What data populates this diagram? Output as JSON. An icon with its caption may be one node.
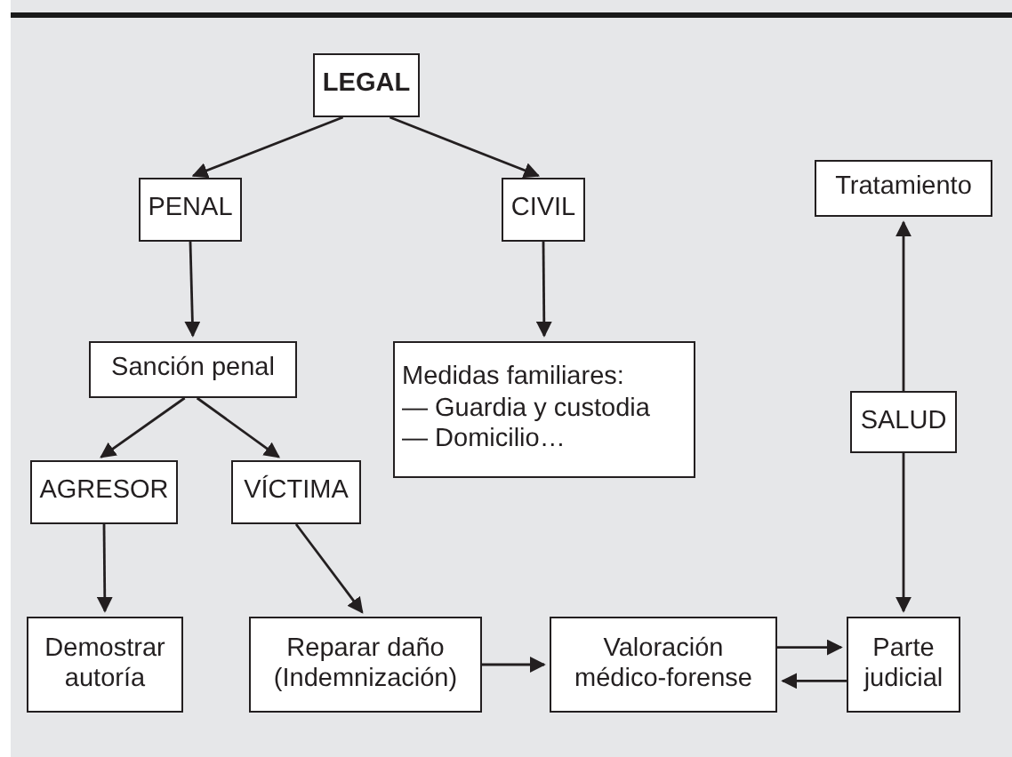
{
  "diagram": {
    "nodes": [
      {
        "text": [
          "LEGAL"
        ]
      },
      {
        "text": [
          "PENAL"
        ]
      },
      {
        "text": [
          "CIVIL"
        ]
      },
      {
        "text": [
          "Tratamiento"
        ]
      },
      {
        "text": [
          "Sanción penal"
        ]
      },
      {
        "text": [
          "Medidas familiares:",
          "— Guardia y custodia",
          "— Domicilio…"
        ]
      },
      {
        "text": [
          "SALUD"
        ]
      },
      {
        "text": [
          "AGRESOR"
        ]
      },
      {
        "text": [
          "VÍCTIMA"
        ]
      },
      {
        "text": [
          "Demostrar autoría"
        ]
      },
      {
        "text": [
          "Reparar daño (Indemnización)"
        ]
      },
      {
        "text": [
          "Valoración médico-forense"
        ]
      },
      {
        "text": [
          "Parte judicial"
        ]
      }
    ],
    "edges": [
      {
        "from": 0,
        "to": 1,
        "arrow": "to"
      },
      {
        "from": 0,
        "to": 2,
        "arrow": "to"
      },
      {
        "from": 1,
        "to": 4,
        "arrow": "to"
      },
      {
        "from": 2,
        "to": 5,
        "arrow": "to"
      },
      {
        "from": 4,
        "to": 7,
        "arrow": "to"
      },
      {
        "from": 4,
        "to": 8,
        "arrow": "to"
      },
      {
        "from": 7,
        "to": 9,
        "arrow": "to"
      },
      {
        "from": 8,
        "to": 10,
        "arrow": "to"
      },
      {
        "from": 10,
        "to": 11,
        "arrow": "to"
      },
      {
        "from": 11,
        "to": 12,
        "arrow": "to"
      },
      {
        "from": 12,
        "to": 11,
        "arrow": "to"
      },
      {
        "from": 6,
        "to": 3,
        "arrow": "to"
      },
      {
        "from": 6,
        "to": 12,
        "arrow": "to"
      }
    ]
  }
}
